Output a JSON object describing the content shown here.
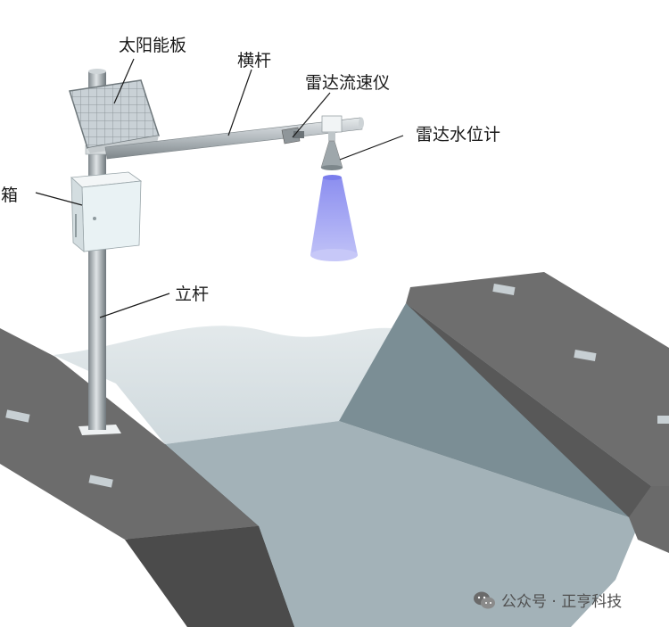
{
  "labels": {
    "solar_panel": "太阳能板",
    "crossbar": "横杆",
    "radar_flowmeter": "雷达流速仪",
    "radar_level_gauge": "雷达水位计",
    "control_box": "制箱",
    "pole": "立杆"
  },
  "watermark": {
    "text": "公众号 · 正亨科技",
    "icon": "wechat-icon"
  },
  "colors": {
    "beam": "#8a8cf0",
    "channel_dark": "#5d5d5d",
    "channel_wall": "#7a8c93",
    "channel_floor": "#a6b5bb",
    "water": "#dfe6e8"
  }
}
